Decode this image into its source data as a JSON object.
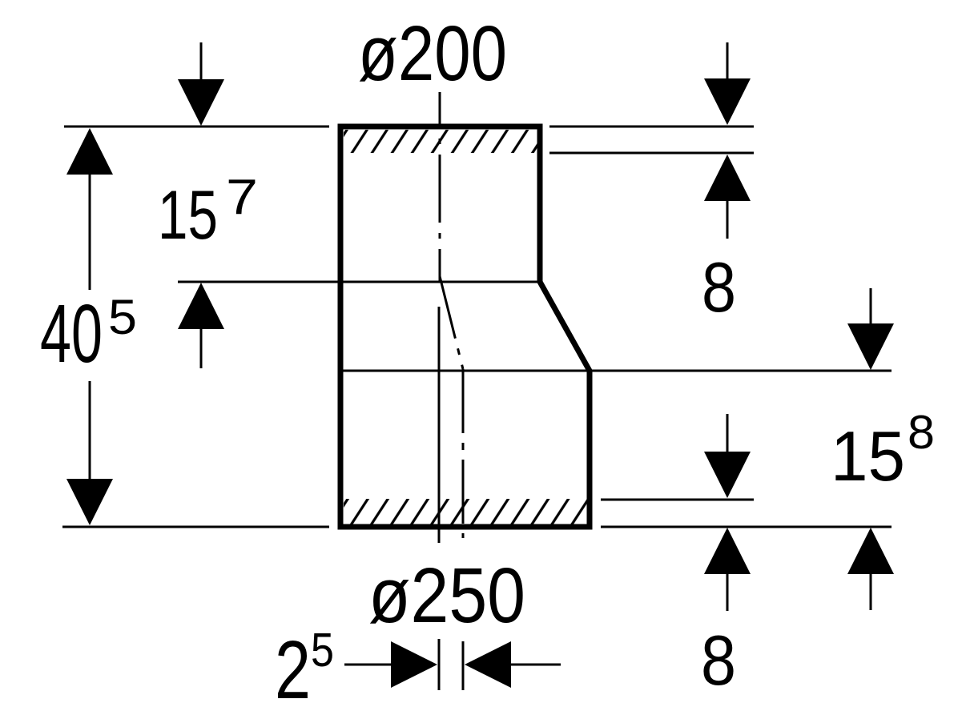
{
  "drawing": {
    "type": "technical-dimension-drawing",
    "subject": "eccentric pipe reducer, sectional side view with hatched socket ends",
    "colors": {
      "line": "#000000",
      "background": "#ffffff"
    },
    "labels": {
      "top_diameter": "ø200",
      "bottom_diameter": "ø250"
    },
    "dims": {
      "height_total": {
        "base": "40",
        "sup": "5"
      },
      "height_upper": {
        "base": "15",
        "sup": "7"
      },
      "height_lower": {
        "base": "15",
        "sup": "8"
      },
      "socket_top": "8",
      "socket_bottom": "8",
      "center_offset": {
        "base": "2",
        "sup": "5"
      }
    }
  }
}
